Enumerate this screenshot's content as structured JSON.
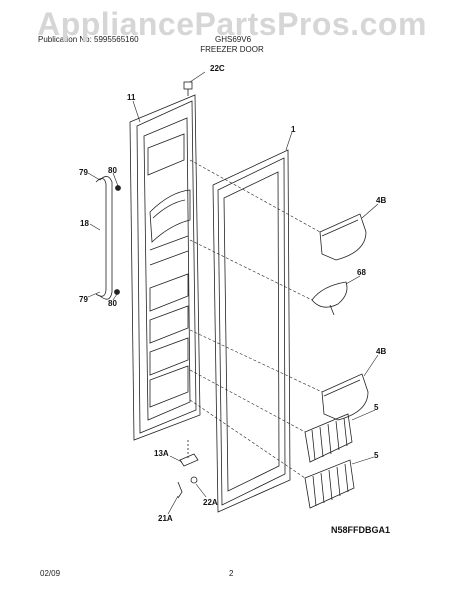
{
  "watermark": "AppliancePartsPros.com",
  "header": {
    "left": "Publication No: 5995565160",
    "center": "GHS69V6",
    "section": "FREEZER DOOR"
  },
  "callouts": {
    "c22C": "22C",
    "c11": "11",
    "c1": "1",
    "c79a": "79",
    "c80a": "80",
    "c18": "18",
    "c79b": "79",
    "c80b": "80",
    "c4Ba": "4B",
    "c68": "68",
    "c4Bb": "4B",
    "c5a": "5",
    "c5b": "5",
    "c13A": "13A",
    "c22A": "22A",
    "c21A": "21A"
  },
  "diagram_code": "N58FFDBGA1",
  "footer": {
    "date": "02/09",
    "page": "2"
  }
}
